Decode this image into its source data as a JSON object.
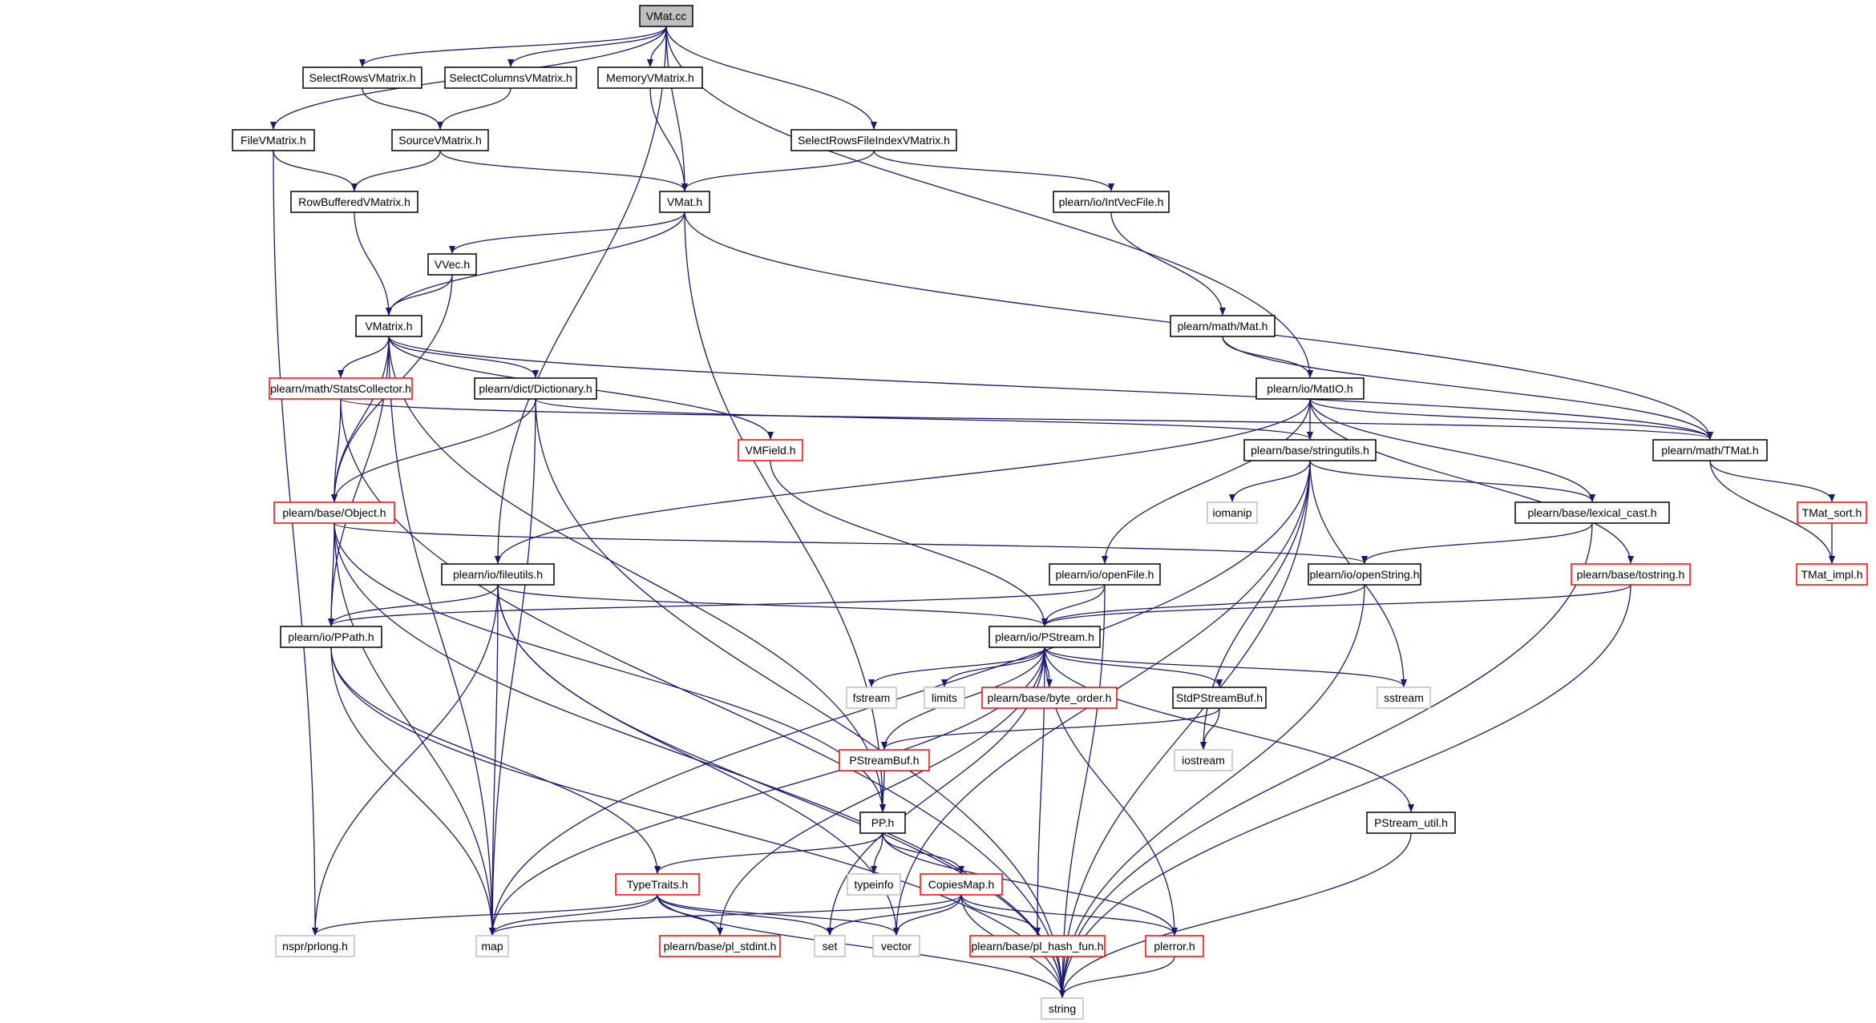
{
  "graph": {
    "edge_color": "#191970",
    "border_colors": {
      "normal": "#000000",
      "truncated": "#ff0000",
      "system": "#bfbfbf"
    },
    "root_fill": "#bfbfbf",
    "nodes": [
      {
        "id": "vmat_cc",
        "label": "VMat.cc",
        "kind": "root"
      },
      {
        "id": "selectrows",
        "label": "SelectRowsVMatrix.h",
        "kind": "normal"
      },
      {
        "id": "selectcols",
        "label": "SelectColumnsVMatrix.h",
        "kind": "normal"
      },
      {
        "id": "memory",
        "label": "MemoryVMatrix.h",
        "kind": "normal"
      },
      {
        "id": "filevm",
        "label": "FileVMatrix.h",
        "kind": "normal"
      },
      {
        "id": "sourcevm",
        "label": "SourceVMatrix.h",
        "kind": "normal"
      },
      {
        "id": "srfi",
        "label": "SelectRowsFileIndexVMatrix.h",
        "kind": "normal"
      },
      {
        "id": "rowbuf",
        "label": "RowBufferedVMatrix.h",
        "kind": "normal"
      },
      {
        "id": "vmat_h",
        "label": "VMat.h",
        "kind": "normal"
      },
      {
        "id": "intvec",
        "label": "plearn/io/IntVecFile.h",
        "kind": "normal"
      },
      {
        "id": "vvec",
        "label": "VVec.h",
        "kind": "normal"
      },
      {
        "id": "vmatrix",
        "label": "VMatrix.h",
        "kind": "normal"
      },
      {
        "id": "mat",
        "label": "plearn/math/Mat.h",
        "kind": "normal"
      },
      {
        "id": "statscol",
        "label": "plearn/math/StatsCollector.h",
        "kind": "truncated"
      },
      {
        "id": "dict",
        "label": "plearn/dict/Dictionary.h",
        "kind": "normal"
      },
      {
        "id": "matio",
        "label": "plearn/io/MatIO.h",
        "kind": "normal"
      },
      {
        "id": "vmfield",
        "label": "VMField.h",
        "kind": "truncated"
      },
      {
        "id": "stringutils",
        "label": "plearn/base/stringutils.h",
        "kind": "normal"
      },
      {
        "id": "tmat",
        "label": "plearn/math/TMat.h",
        "kind": "normal"
      },
      {
        "id": "object",
        "label": "plearn/base/Object.h",
        "kind": "truncated"
      },
      {
        "id": "iomanip",
        "label": "iomanip",
        "kind": "system"
      },
      {
        "id": "lexcast",
        "label": "plearn/base/lexical_cast.h",
        "kind": "normal"
      },
      {
        "id": "tmatsort",
        "label": "TMat_sort.h",
        "kind": "truncated"
      },
      {
        "id": "fileutils",
        "label": "plearn/io/fileutils.h",
        "kind": "normal"
      },
      {
        "id": "openfile",
        "label": "plearn/io/openFile.h",
        "kind": "normal"
      },
      {
        "id": "openstring",
        "label": "plearn/io/openString.h",
        "kind": "normal"
      },
      {
        "id": "tostring",
        "label": "plearn/base/tostring.h",
        "kind": "truncated"
      },
      {
        "id": "tmatimpl",
        "label": "TMat_impl.h",
        "kind": "truncated"
      },
      {
        "id": "ppath",
        "label": "plearn/io/PPath.h",
        "kind": "normal"
      },
      {
        "id": "pstream",
        "label": "plearn/io/PStream.h",
        "kind": "normal"
      },
      {
        "id": "fstream",
        "label": "fstream",
        "kind": "system"
      },
      {
        "id": "limits",
        "label": "limits",
        "kind": "system"
      },
      {
        "id": "byteorder",
        "label": "plearn/base/byte_order.h",
        "kind": "truncated"
      },
      {
        "id": "stdpsb",
        "label": "StdPStreamBuf.h",
        "kind": "normal"
      },
      {
        "id": "sstream",
        "label": "sstream",
        "kind": "system"
      },
      {
        "id": "pstreambuf",
        "label": "PStreamBuf.h",
        "kind": "truncated"
      },
      {
        "id": "iostream",
        "label": "iostream",
        "kind": "system"
      },
      {
        "id": "pp",
        "label": "PP.h",
        "kind": "normal"
      },
      {
        "id": "pstreamutil",
        "label": "PStream_util.h",
        "kind": "normal"
      },
      {
        "id": "typeinfo",
        "label": "typeinfo",
        "kind": "system"
      },
      {
        "id": "typetraits",
        "label": "TypeTraits.h",
        "kind": "truncated"
      },
      {
        "id": "copiesmap",
        "label": "CopiesMap.h",
        "kind": "truncated"
      },
      {
        "id": "nspr",
        "label": "nspr/prlong.h",
        "kind": "system"
      },
      {
        "id": "map",
        "label": "map",
        "kind": "system"
      },
      {
        "id": "plstdint",
        "label": "plearn/base/pl_stdint.h",
        "kind": "truncated"
      },
      {
        "id": "set",
        "label": "set",
        "kind": "system"
      },
      {
        "id": "vector",
        "label": "vector",
        "kind": "system"
      },
      {
        "id": "hashfun",
        "label": "plearn/base/pl_hash_fun.h",
        "kind": "truncated"
      },
      {
        "id": "plerror",
        "label": "plerror.h",
        "kind": "truncated"
      },
      {
        "id": "string",
        "label": "string",
        "kind": "system"
      }
    ],
    "edges": [
      [
        "vmat_cc",
        "selectrows"
      ],
      [
        "vmat_cc",
        "selectcols"
      ],
      [
        "vmat_cc",
        "memory"
      ],
      [
        "vmat_cc",
        "filevm"
      ],
      [
        "vmat_cc",
        "srfi"
      ],
      [
        "vmat_cc",
        "vmat_h"
      ],
      [
        "vmat_cc",
        "fileutils"
      ],
      [
        "vmat_cc",
        "matio"
      ],
      [
        "selectrows",
        "sourcevm"
      ],
      [
        "selectcols",
        "sourcevm"
      ],
      [
        "memory",
        "vmat_h"
      ],
      [
        "filevm",
        "rowbuf"
      ],
      [
        "filevm",
        "nspr"
      ],
      [
        "sourcevm",
        "rowbuf"
      ],
      [
        "sourcevm",
        "vmat_h"
      ],
      [
        "srfi",
        "vmat_h"
      ],
      [
        "srfi",
        "intvec"
      ],
      [
        "rowbuf",
        "vmatrix"
      ],
      [
        "vmat_h",
        "vvec"
      ],
      [
        "vmat_h",
        "vmatrix"
      ],
      [
        "vmat_h",
        "tmat"
      ],
      [
        "vmat_h",
        "pp"
      ],
      [
        "intvec",
        "mat"
      ],
      [
        "vvec",
        "vmatrix"
      ],
      [
        "vvec",
        "object"
      ],
      [
        "vmatrix",
        "statscol"
      ],
      [
        "vmatrix",
        "dict"
      ],
      [
        "vmatrix",
        "vmfield"
      ],
      [
        "vmatrix",
        "tmat"
      ],
      [
        "vmatrix",
        "object"
      ],
      [
        "vmatrix",
        "ppath"
      ],
      [
        "vmatrix",
        "pp"
      ],
      [
        "vmatrix",
        "map"
      ],
      [
        "mat",
        "matio"
      ],
      [
        "mat",
        "tmat"
      ],
      [
        "statscol",
        "object"
      ],
      [
        "statscol",
        "tmat"
      ],
      [
        "statscol",
        "string"
      ],
      [
        "dict",
        "object"
      ],
      [
        "dict",
        "stringutils"
      ],
      [
        "dict",
        "map"
      ],
      [
        "dict",
        "string"
      ],
      [
        "matio",
        "fileutils"
      ],
      [
        "matio",
        "stringutils"
      ],
      [
        "matio",
        "tmat"
      ],
      [
        "matio",
        "lexcast"
      ],
      [
        "matio",
        "openfile"
      ],
      [
        "matio",
        "tostring"
      ],
      [
        "vmfield",
        "pstream"
      ],
      [
        "stringutils",
        "iomanip"
      ],
      [
        "stringutils",
        "lexcast"
      ],
      [
        "stringutils",
        "sstream"
      ],
      [
        "stringutils",
        "iostream"
      ],
      [
        "stringutils",
        "map"
      ],
      [
        "stringutils",
        "vector"
      ],
      [
        "stringutils",
        "string"
      ],
      [
        "tmat",
        "tmatsort"
      ],
      [
        "tmat",
        "tmatimpl"
      ],
      [
        "object",
        "openstring"
      ],
      [
        "object",
        "ppath"
      ],
      [
        "object",
        "pp"
      ],
      [
        "object",
        "map"
      ],
      [
        "object",
        "string"
      ],
      [
        "lexcast",
        "openstring"
      ],
      [
        "lexcast",
        "string"
      ],
      [
        "tmatsort",
        "tmatimpl"
      ],
      [
        "fileutils",
        "ppath"
      ],
      [
        "fileutils",
        "pstream"
      ],
      [
        "fileutils",
        "map"
      ],
      [
        "fileutils",
        "vector"
      ],
      [
        "fileutils",
        "string"
      ],
      [
        "fileutils",
        "nspr"
      ],
      [
        "openfile",
        "ppath"
      ],
      [
        "openfile",
        "pstream"
      ],
      [
        "openfile",
        "string"
      ],
      [
        "openstring",
        "pstream"
      ],
      [
        "openstring",
        "string"
      ],
      [
        "tostring",
        "pstream"
      ],
      [
        "tostring",
        "string"
      ],
      [
        "ppath",
        "typetraits"
      ],
      [
        "ppath",
        "map"
      ],
      [
        "ppath",
        "string"
      ],
      [
        "pstream",
        "fstream"
      ],
      [
        "pstream",
        "limits"
      ],
      [
        "pstream",
        "byteorder"
      ],
      [
        "pstream",
        "stdpsb"
      ],
      [
        "pstream",
        "sstream"
      ],
      [
        "pstream",
        "pstreambuf"
      ],
      [
        "pstream",
        "pstreamutil"
      ],
      [
        "pstream",
        "set"
      ],
      [
        "pstream",
        "map"
      ],
      [
        "pstream",
        "plstdint"
      ],
      [
        "pstream",
        "hashfun"
      ],
      [
        "pstream",
        "plerror"
      ],
      [
        "stdpsb",
        "iostream"
      ],
      [
        "stdpsb",
        "pstreambuf"
      ],
      [
        "pstreambuf",
        "pp"
      ],
      [
        "pp",
        "typeinfo"
      ],
      [
        "pp",
        "typetraits"
      ],
      [
        "pp",
        "copiesmap"
      ],
      [
        "pp",
        "plerror"
      ],
      [
        "pstreamutil",
        "string"
      ],
      [
        "typetraits",
        "nspr"
      ],
      [
        "typetraits",
        "map"
      ],
      [
        "typetraits",
        "plstdint"
      ],
      [
        "typetraits",
        "set"
      ],
      [
        "typetraits",
        "vector"
      ],
      [
        "typetraits",
        "string"
      ],
      [
        "copiesmap",
        "map"
      ],
      [
        "copiesmap",
        "set"
      ],
      [
        "copiesmap",
        "vector"
      ],
      [
        "copiesmap",
        "hashfun"
      ],
      [
        "copiesmap",
        "plerror"
      ],
      [
        "copiesmap",
        "string"
      ],
      [
        "plerror",
        "string"
      ]
    ]
  }
}
